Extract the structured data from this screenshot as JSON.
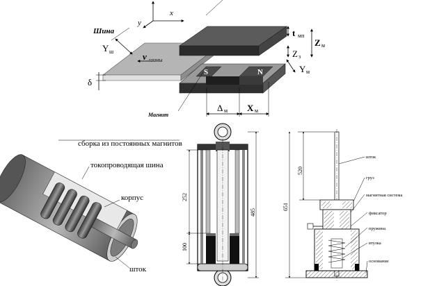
{
  "top_diagram": {
    "axis_x": "x",
    "axis_y": "y",
    "bus_label": "Шина",
    "width_label": "Y",
    "width_sub": "ш",
    "velocity_label": "v",
    "velocity_sub": "шины",
    "gap_label": "δ",
    "magnet_label": "Магнит",
    "pole_s": "S",
    "pole_n": "N",
    "t_label": "t",
    "t_sub": "мп",
    "z_m_label": "Z",
    "z_m_sub": "м",
    "z_gap_label": "Z",
    "z_gap_sub": "з",
    "y_m_label": "Y",
    "y_m_sub": "м",
    "delta_m_label": "Δ",
    "delta_m_sub": "м",
    "x_m_label": "X",
    "x_m_sub": "м"
  },
  "cylinder_diagram": {
    "assembly_label": "сборка из постоянных магнитов",
    "bus_label": "токопроводящая шина",
    "body_label": "корпус",
    "rod_label": "шток"
  },
  "section_diagram": {
    "dim_252": "252",
    "dim_100": "100",
    "dim_485": "485"
  },
  "stand_diagram": {
    "dim_520": "520",
    "dim_651": "651",
    "rod_label": "шток",
    "weight_label": "груз",
    "magnet_system_label": "магнитная система",
    "lock_label": "фиксатор",
    "spring_label": "пружина",
    "sleeve_label": "втулка",
    "base_label": "основание"
  }
}
